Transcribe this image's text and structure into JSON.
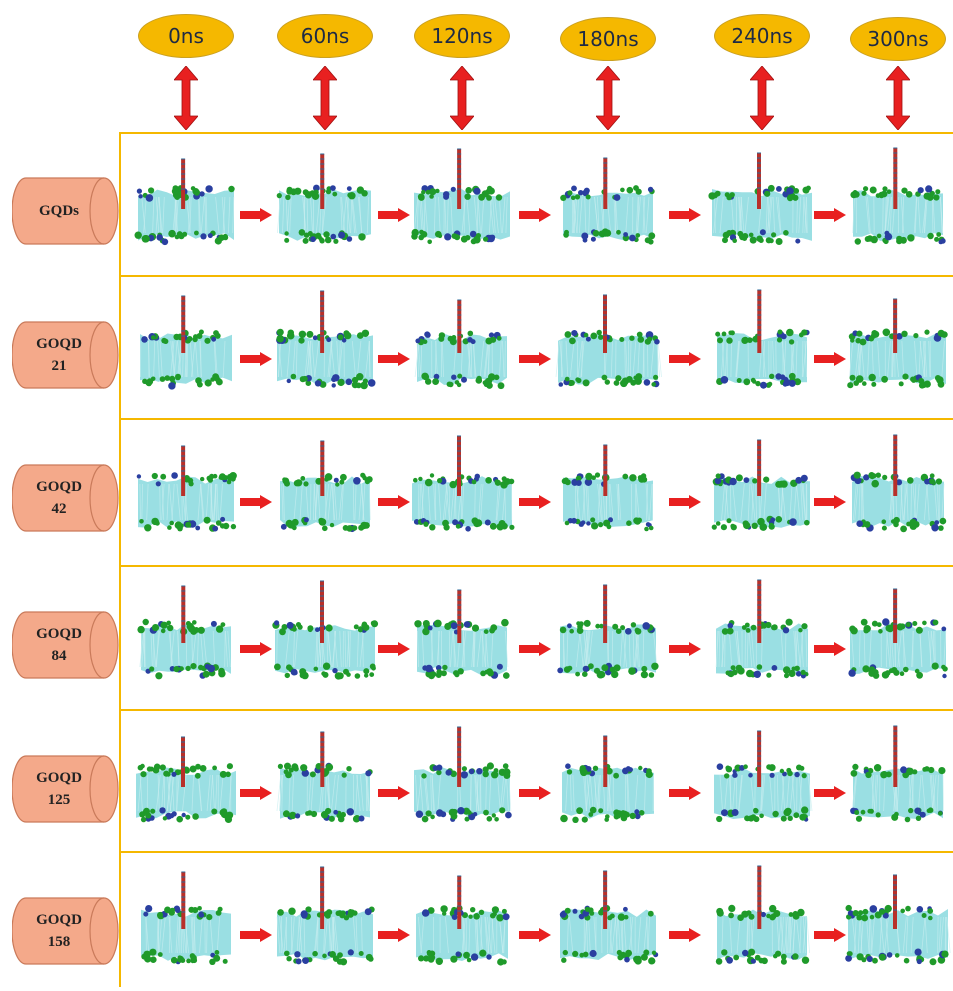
{
  "time_points": [
    "0ns",
    "60ns",
    "120ns",
    "180ns",
    "240ns",
    "300ns"
  ],
  "rows": [
    {
      "label_line1": "GQDs",
      "label_line2": ""
    },
    {
      "label_line1": "GOQD",
      "label_line2": "21"
    },
    {
      "label_line1": "GOQD",
      "label_line2": "42"
    },
    {
      "label_line1": "GOQD",
      "label_line2": "84"
    },
    {
      "label_line1": "GOQD",
      "label_line2": "125"
    },
    {
      "label_line1": "GOQD",
      "label_line2": "158"
    }
  ],
  "colors": {
    "time_oval": "#f5b800",
    "frame_line": "#f5b800",
    "row_label_fill": "#f4a98a",
    "arrow": "#e82020",
    "membrane": "#8fdbe0",
    "lipid_head_green": "#1f9a2a",
    "lipid_head_blue": "#2a3fa0",
    "quantum_dot": "#b8302a"
  },
  "icons": {
    "time_connector": "double-headed-arrow-icon",
    "flow": "right-arrow-icon"
  }
}
